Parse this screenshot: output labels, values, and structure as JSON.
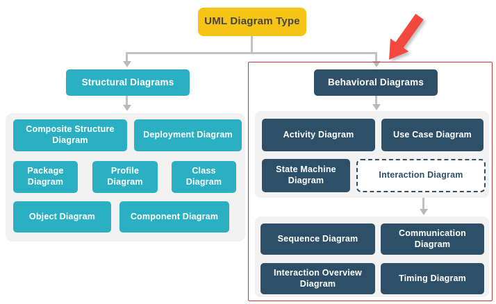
{
  "root": {
    "label": "UML Diagram Type"
  },
  "structural": {
    "header": "Structural Diagrams",
    "items": [
      {
        "label": "Composite Structure Diagram"
      },
      {
        "label": "Deployment Diagram"
      },
      {
        "label": "Package Diagram"
      },
      {
        "label": "Profile Diagram"
      },
      {
        "label": "Class Diagram"
      },
      {
        "label": "Object Diagram"
      },
      {
        "label": "Component Diagram"
      }
    ]
  },
  "behavioral": {
    "header": "Behavioral Diagrams",
    "items": [
      {
        "label": "Activity Diagram"
      },
      {
        "label": "Use Case Diagram"
      },
      {
        "label": "State Machine Diagram"
      },
      {
        "label": "Interaction Diagram"
      }
    ],
    "interaction_children": [
      {
        "label": "Sequence Diagram"
      },
      {
        "label": "Communication Diagram"
      },
      {
        "label": "Interaction Overview Diagram"
      },
      {
        "label": "Timing Diagram"
      }
    ]
  },
  "icons": {
    "highlight_arrow": "red-arrow-pointing-to-behavioral-section"
  },
  "colors": {
    "root_yellow": "#F6C415",
    "structural_teal": "#2AB0C2",
    "behavioral_navy": "#2D5068",
    "panel_gray": "#F3F2F2",
    "connector_gray": "#C2C2C2",
    "highlight_red": "#F4473F",
    "highlight_border_red": "#CE3A32"
  }
}
